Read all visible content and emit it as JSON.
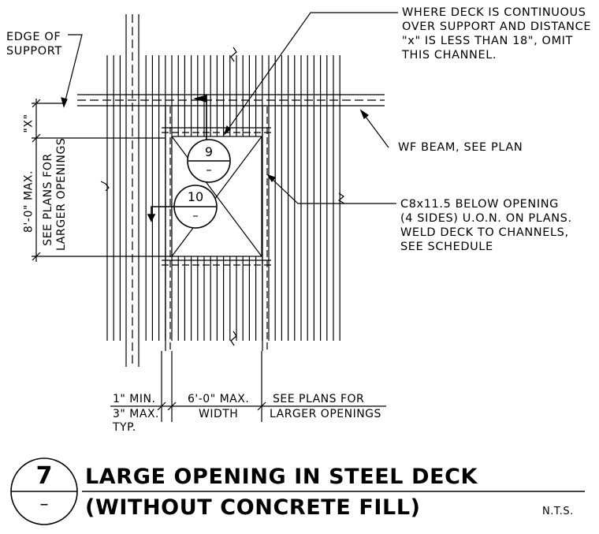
{
  "notes": {
    "edge_of_support": "EDGE OF\nSUPPORT",
    "deck_continuous": "WHERE DECK IS CONTINUOUS\nOVER SUPPORT AND DISTANCE\n\"x\" IS LESS THAN 18\", OMIT\nTHIS CHANNEL.",
    "wf_beam": "WF BEAM, SEE PLAN",
    "channel": "C8x11.5 BELOW OPENING\n(4 SIDES) U.O.N. ON PLANS.\nWELD DECK TO CHANNELS,\nSEE SCHEDULE"
  },
  "dimensions": {
    "x_label": "\"X\"",
    "vertical_max": "8'-0\" MAX.",
    "vertical_see_plans": "SEE PLANS FOR\nLARGER OPENINGS",
    "min_top": "1\" MIN.",
    "max_bottom": "3\" MAX.",
    "typ": "TYP.",
    "width_max": "6'-0\" MAX.",
    "width_label": "WIDTH",
    "see_plans": "SEE PLANS FOR",
    "larger_openings": "LARGER OPENINGS"
  },
  "section_markers": [
    {
      "number": "9",
      "sheet": "–"
    },
    {
      "number": "10",
      "sheet": "–"
    }
  ],
  "title_block": {
    "detail_number": "7",
    "sheet_ref": "–",
    "line1": "LARGE OPENING IN STEEL DECK",
    "line2": "(WITHOUT CONCRETE FILL)",
    "scale": "N.T.S."
  }
}
